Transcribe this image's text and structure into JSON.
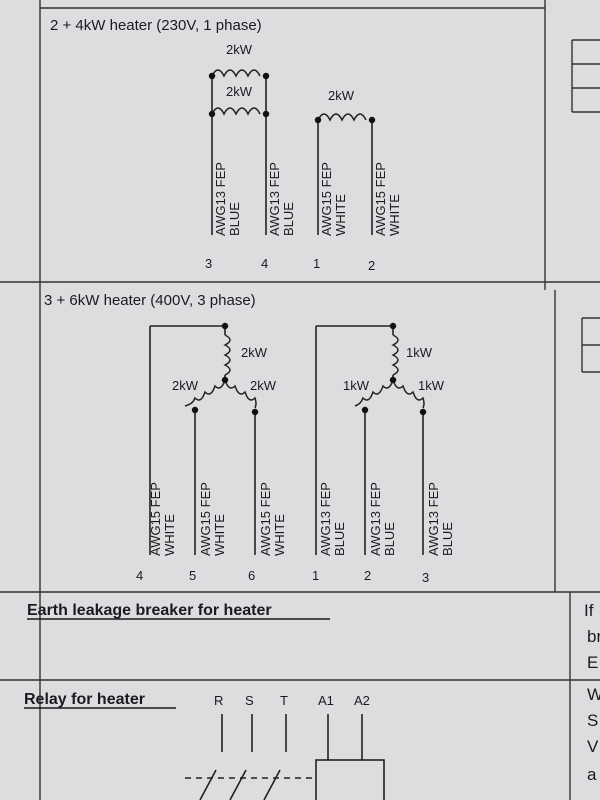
{
  "sections": {
    "single_phase": {
      "title": "2 + 4kW heater (230V, 1 phase)",
      "coil_top": "2kW",
      "coil_mid": "2kW",
      "coil_right": "2kW",
      "wires": [
        {
          "line1": "AWG13 FEP",
          "line2": "BLUE",
          "terminal": "3"
        },
        {
          "line1": "AWG13 FEP",
          "line2": "BLUE",
          "terminal": "4"
        },
        {
          "line1": "AWG15 FEP",
          "line2": "WHITE",
          "terminal": "1"
        },
        {
          "line1": "AWG15 FEP",
          "line2": "WHITE",
          "terminal": "2"
        }
      ]
    },
    "three_phase": {
      "title": "3 + 6kW heater (400V, 3 phase)",
      "left_star": {
        "top": "2kW",
        "left": "2kW",
        "right": "2kW"
      },
      "right_star": {
        "top": "1kW",
        "left": "1kW",
        "right": "1kW"
      },
      "wires": [
        {
          "line1": "AWG15 FEP",
          "line2": "WHITE",
          "terminal": "4"
        },
        {
          "line1": "AWG15 FEP",
          "line2": "WHITE",
          "terminal": "5"
        },
        {
          "line1": "AWG15 FEP",
          "line2": "WHITE",
          "terminal": "6"
        },
        {
          "line1": "AWG13 FEP",
          "line2": "BLUE",
          "terminal": "1"
        },
        {
          "line1": "AWG13 FEP",
          "line2": "BLUE",
          "terminal": "2"
        },
        {
          "line1": "AWG13 FEP",
          "line2": "BLUE",
          "terminal": "3"
        }
      ]
    },
    "earth_leakage": {
      "title": "Earth leakage breaker for heater"
    },
    "relay": {
      "title": "Relay for heater",
      "terminals": [
        "R",
        "S",
        "T",
        "A1",
        "A2"
      ]
    }
  },
  "side_text": [
    "If",
    "br",
    "E",
    "W",
    "S",
    "V",
    "a"
  ]
}
